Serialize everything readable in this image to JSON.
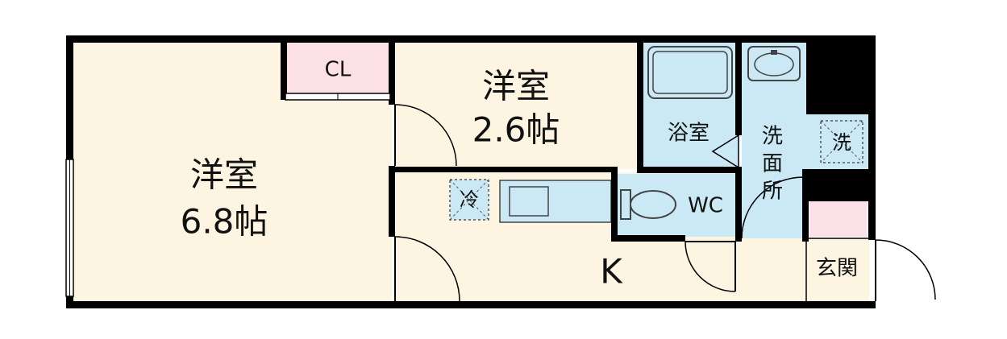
{
  "floor_plan": {
    "rooms": {
      "western_room_large": {
        "name": "洋室",
        "size": "6.8帖"
      },
      "western_room_small": {
        "name": "洋室",
        "size": "2.6帖"
      },
      "closet": "CL",
      "bathroom": "浴室",
      "washroom_lines": [
        "洗",
        "面",
        "所"
      ],
      "laundry": "洗",
      "toilet": "WC",
      "kitchen": "K",
      "refrigerator": "冷",
      "entrance": "玄関"
    },
    "colors": {
      "room": "#fdf5e1",
      "wet_area": "#cbe9f5",
      "closet": "#fbe1e6",
      "wall": "#000000"
    }
  }
}
